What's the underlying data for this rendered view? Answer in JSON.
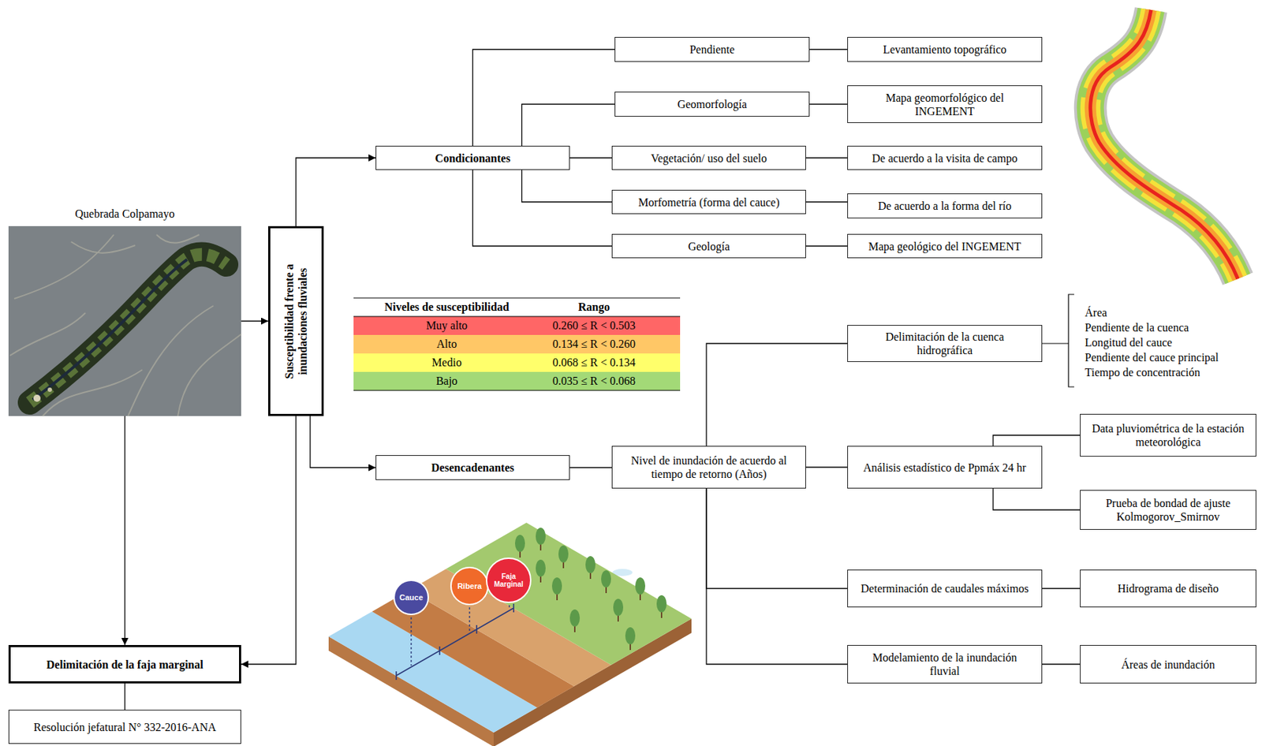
{
  "diagram": {
    "nodes": [
      {
        "text": [
          "Quebrada Colpamayo"
        ]
      },
      {
        "text": [
          "Susceptibilidad frente a inundaciones fluviales"
        ]
      },
      {
        "text": [
          "Condicionantes"
        ]
      },
      {
        "text": [
          "Pendiente"
        ]
      },
      {
        "text": [
          "Levantamiento topográfico"
        ]
      },
      {
        "text": [
          "Geomorfología"
        ]
      },
      {
        "text": [
          "Mapa geomorfológico del INGEMENT"
        ]
      },
      {
        "text": [
          "Vegetación/ uso del suelo"
        ]
      },
      {
        "text": [
          "De acuerdo a la visita de campo"
        ]
      },
      {
        "text": [
          "Morfometría (forma del cauce)"
        ]
      },
      {
        "text": [
          "De acuerdo a la forma del río"
        ]
      },
      {
        "text": [
          "Geología"
        ]
      },
      {
        "text": [
          "Mapa geológico del INGEMENT"
        ]
      },
      {
        "text": [
          "Desencadenantes"
        ]
      },
      {
        "text": [
          "Nivel de inundación de acuerdo al tiempo de retorno (Años)"
        ]
      },
      {
        "text": [
          "Delimitación de la cuenca hidrográfica"
        ]
      },
      {
        "text": [
          "Análisis estadístico de Ppmáx 24 hr"
        ]
      },
      {
        "text": [
          "Data pluviométrica de la estación meteorológica"
        ]
      },
      {
        "text": [
          "Prueba de bondad de ajuste Kolmogorov_Smirnov"
        ]
      },
      {
        "text": [
          "Determinación de caudales máximos"
        ]
      },
      {
        "text": [
          "Hidrograma de diseño"
        ]
      },
      {
        "text": [
          "Modelamiento de la inundación fluvial"
        ]
      },
      {
        "text": [
          "Áreas de inundación"
        ]
      },
      {
        "text": [
          "Delimitación de la faja marginal"
        ]
      },
      {
        "text": [
          "Resolución jefatural N° 332-2016-ANA"
        ]
      },
      {
        "text": [
          "Cauce"
        ]
      },
      {
        "text": [
          "Ribera"
        ]
      },
      {
        "text": [
          "Faja Marginal"
        ]
      }
    ],
    "edges": [
      {
        "from": 0,
        "to": 1,
        "arrow": "to"
      },
      {
        "from": 0,
        "to": 23,
        "arrow": "to"
      },
      {
        "from": 1,
        "to": 2,
        "arrow": "to"
      },
      {
        "from": 1,
        "to": 13,
        "arrow": "to"
      },
      {
        "from": 1,
        "to": 23,
        "arrow": "to"
      },
      {
        "from": 2,
        "to": 3,
        "arrow": "none"
      },
      {
        "from": 2,
        "to": 5,
        "arrow": "none"
      },
      {
        "from": 2,
        "to": 7,
        "arrow": "none"
      },
      {
        "from": 2,
        "to": 9,
        "arrow": "none"
      },
      {
        "from": 2,
        "to": 11,
        "arrow": "none"
      },
      {
        "from": 3,
        "to": 4,
        "arrow": "none"
      },
      {
        "from": 5,
        "to": 6,
        "arrow": "none"
      },
      {
        "from": 7,
        "to": 8,
        "arrow": "none"
      },
      {
        "from": 9,
        "to": 10,
        "arrow": "none"
      },
      {
        "from": 11,
        "to": 12,
        "arrow": "none"
      },
      {
        "from": 13,
        "to": 14,
        "arrow": "none"
      },
      {
        "from": 14,
        "to": 15,
        "arrow": "none"
      },
      {
        "from": 14,
        "to": 16,
        "arrow": "none"
      },
      {
        "from": 14,
        "to": 19,
        "arrow": "none"
      },
      {
        "from": 14,
        "to": 21,
        "arrow": "none"
      },
      {
        "from": 16,
        "to": 17,
        "arrow": "none"
      },
      {
        "from": 16,
        "to": 18,
        "arrow": "none"
      },
      {
        "from": 19,
        "to": 20,
        "arrow": "none"
      },
      {
        "from": 21,
        "to": 22,
        "arrow": "none"
      },
      {
        "from": 23,
        "to": 24,
        "arrow": "none"
      }
    ],
    "labels": [
      "Niveles de susceptibilidad",
      "Rango",
      "Muy alto",
      "0.260 ≤ R < 0.503",
      "Alto",
      "0.134 ≤ R < 0.260",
      "Medio",
      "0.068 ≤ R < 0.134",
      "Bajo",
      "0.035 ≤ R < 0.068",
      "Área",
      "Pendiente de la cuenca",
      "Longitud del cauce",
      "Pendiente del cauce principal",
      "Tiempo de concentración"
    ]
  }
}
